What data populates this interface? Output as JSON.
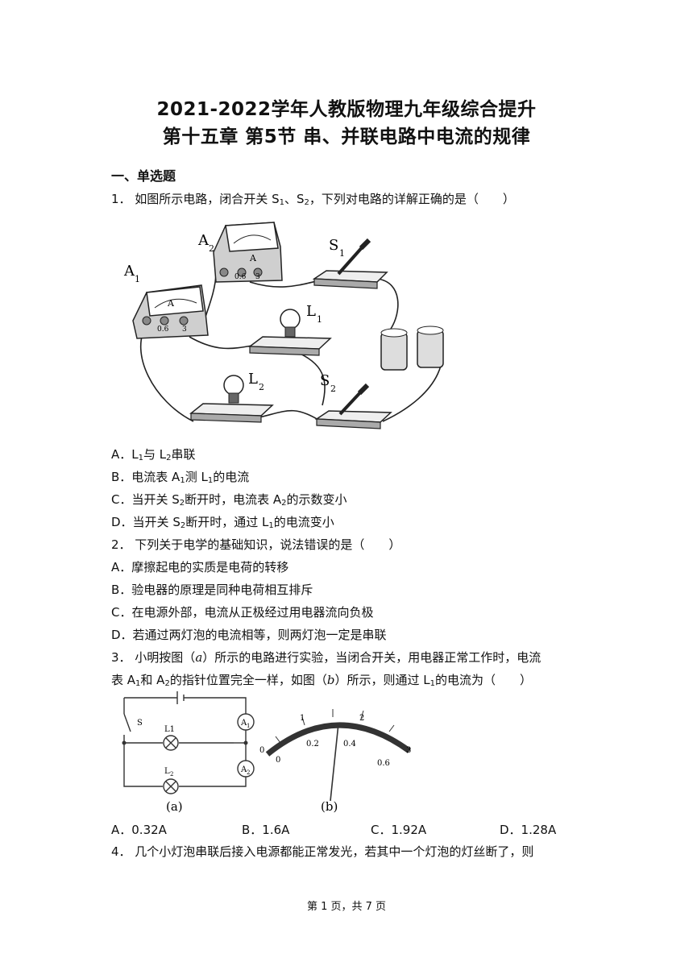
{
  "header": {
    "title_line1": "2021-2022学年人教版物理九年级综合提升",
    "title_line2": "第十五章 第5节 串、并联电路中电流的规律"
  },
  "section": {
    "label": "一、单选题"
  },
  "q1": {
    "stem_a": "1． 如图所示电路，闭合开关 S",
    "stem_b": "、S",
    "stem_c": "，下列对电路的详解正确的是（　　）",
    "fig_labels": {
      "a1": "A",
      "a2": "A",
      "meter": "A",
      "s1": "S",
      "s2": "S",
      "l1": "L",
      "l2": "L",
      "sub1": "1",
      "sub2": "2",
      "s06": "0.6",
      "s3": "3",
      "minus": "−"
    },
    "optA_a": "A．L",
    "optA_b": "与 L",
    "optA_c": "串联",
    "optB_a": "B．电流表 A",
    "optB_b": "测 L",
    "optB_c": "的电流",
    "optC_a": "C．当开关 S",
    "optC_b": "断开时，电流表 A",
    "optC_c": "的示数变小",
    "optD_a": "D．当开关 S",
    "optD_b": "断开时，通过 L",
    "optD_c": "的电流变小"
  },
  "q2": {
    "stem": "2． 下列关于电学的基础知识，说法错误的是（　　）",
    "optA": "A．摩擦起电的实质是电荷的转移",
    "optB": "B．验电器的原理是同种电荷相互排斥",
    "optC": "C．在电源外部，电流从正极经过用电器流向负极",
    "optD": "D．若通过两灯泡的电流相等，则两灯泡一定是串联"
  },
  "q3": {
    "l1_a": "3． 小明按图（",
    "l1_b": "a",
    "l1_c": "）所示的电路进行实验，当闭合开关，用电器正常工作时，电流",
    "l2_a": "表 A",
    "l2_b": "和 A",
    "l2_c": "的指针位置完全一样，如图（",
    "l2_d": "b",
    "l2_e": "）所示，则通过 L",
    "l2_f": "的电流为（　　）",
    "fig_a": {
      "s": "S",
      "l1": "L1",
      "l2": "L",
      "l2sub": "2",
      "a1": "A",
      "a1sub": "1",
      "a2": "A",
      "a2sub": "2",
      "caption": "(a)"
    },
    "fig_b": {
      "t0": "0",
      "t1": "1",
      "t2": "2",
      "t3": "3",
      "b0": "0",
      "b02": "0.2",
      "b04": "0.4",
      "b06": "0.6",
      "caption": "(b)"
    },
    "optA": "A．0.32A",
    "optB": "B．1.6A",
    "optC": "C．1.92A",
    "optD": "D．1.28A"
  },
  "q4": {
    "stem": "4． 几个小灯泡串联后接入电源都能正常发光，若其中一个灯泡的灯丝断了，则"
  },
  "footer": {
    "page": "第 1 页，共 7 页"
  }
}
